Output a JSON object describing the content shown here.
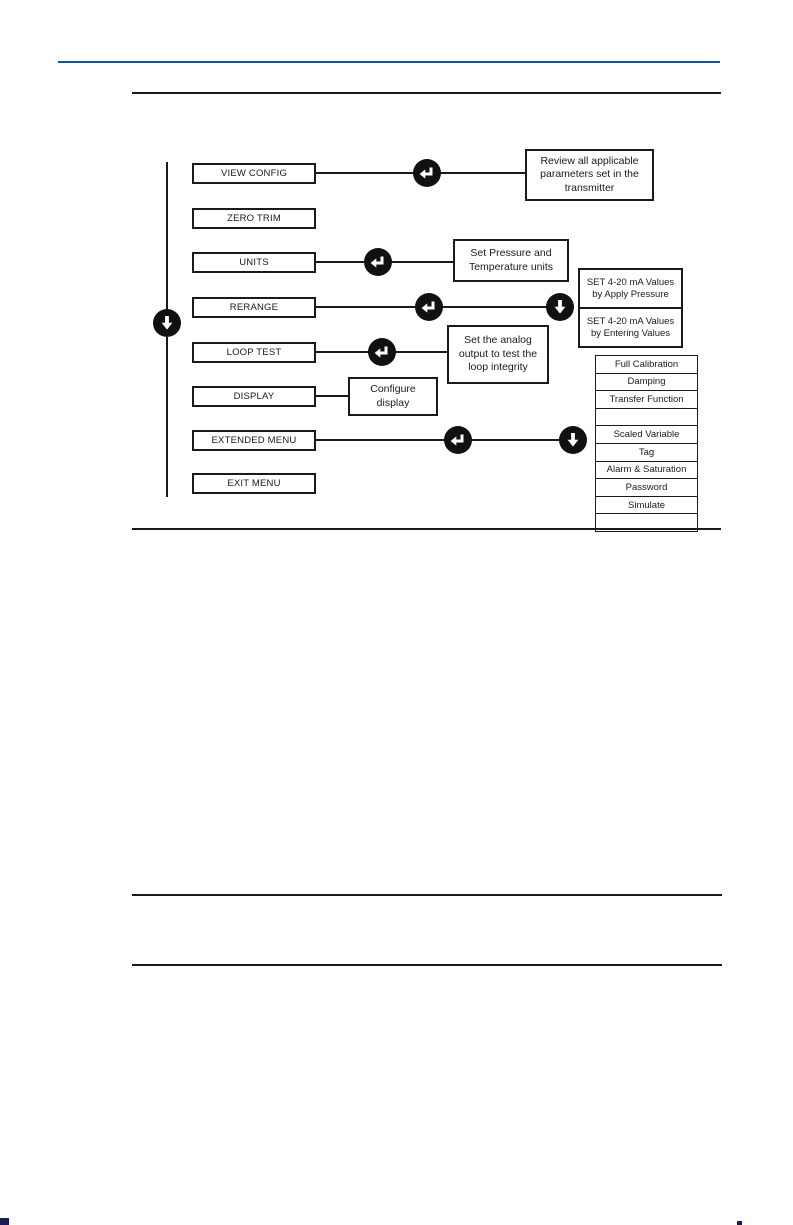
{
  "colors": {
    "accent_blue": "#0e5a9c",
    "ink": "#1a1a1a"
  },
  "menu": {
    "items": [
      {
        "label": "VIEW CONFIG"
      },
      {
        "label": "ZERO TRIM"
      },
      {
        "label": "UNITS"
      },
      {
        "label": "RERANGE"
      },
      {
        "label": "LOOP TEST"
      },
      {
        "label": "DISPLAY"
      },
      {
        "label": "EXTENDED MENU"
      },
      {
        "label": "EXIT MENU"
      }
    ]
  },
  "descriptions": {
    "view_config": "Review all applicable parameters set in the transmitter",
    "units": "Set Pressure and Temperature units",
    "rerange_apply": "SET 4-20 mA Values by Apply Pressure",
    "rerange_enter": "SET 4-20 mA Values by Entering Values",
    "loop_test": "Set the analog output to test the loop integrity",
    "display": "Configure display"
  },
  "extended_menu": {
    "items": [
      "Full Calibration",
      "Damping",
      "Transfer Function",
      "",
      "Scaled Variable",
      "Tag",
      "Alarm & Saturation",
      "Password",
      "Simulate",
      ""
    ]
  },
  "icons": {
    "enter": "enter-key-icon",
    "down": "down-arrow-icon"
  }
}
